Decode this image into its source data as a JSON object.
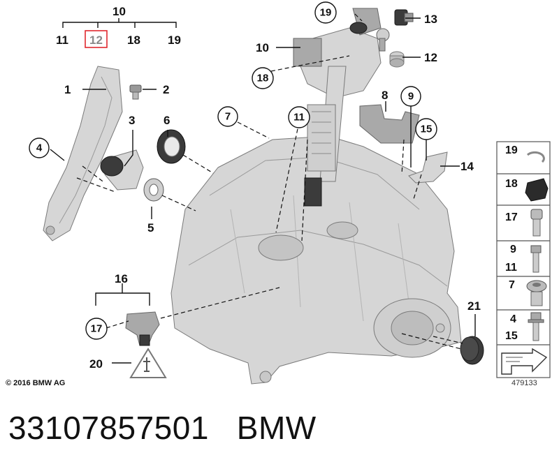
{
  "header_group": {
    "number": "10",
    "items": [
      "11",
      "12",
      "18",
      "19"
    ],
    "highlighted": "12"
  },
  "callouts": {
    "c1": "1",
    "c2": "2",
    "c3": "3",
    "c4": "4",
    "c5": "5",
    "c6": "6",
    "c7": "7",
    "c8": "8",
    "c9": "9",
    "c10": "10",
    "c11": "11",
    "c12": "12",
    "c13": "13",
    "c14": "14",
    "c15": "15",
    "c16": "16",
    "c17": "17",
    "c18": "18",
    "c19": "19",
    "c20": "20",
    "c21": "21"
  },
  "legend": {
    "row19": "19",
    "row18": "18",
    "row17": "17",
    "row9_11_a": "9",
    "row9_11_b": "11",
    "row7": "7",
    "row4_15_a": "4",
    "row4_15_b": "15"
  },
  "copyright": "© 2016 BMW AG",
  "diagram_number": "479133",
  "footer": {
    "part_number": "33107857501",
    "brand": "BMW"
  },
  "highlight_color": "#e0282e"
}
